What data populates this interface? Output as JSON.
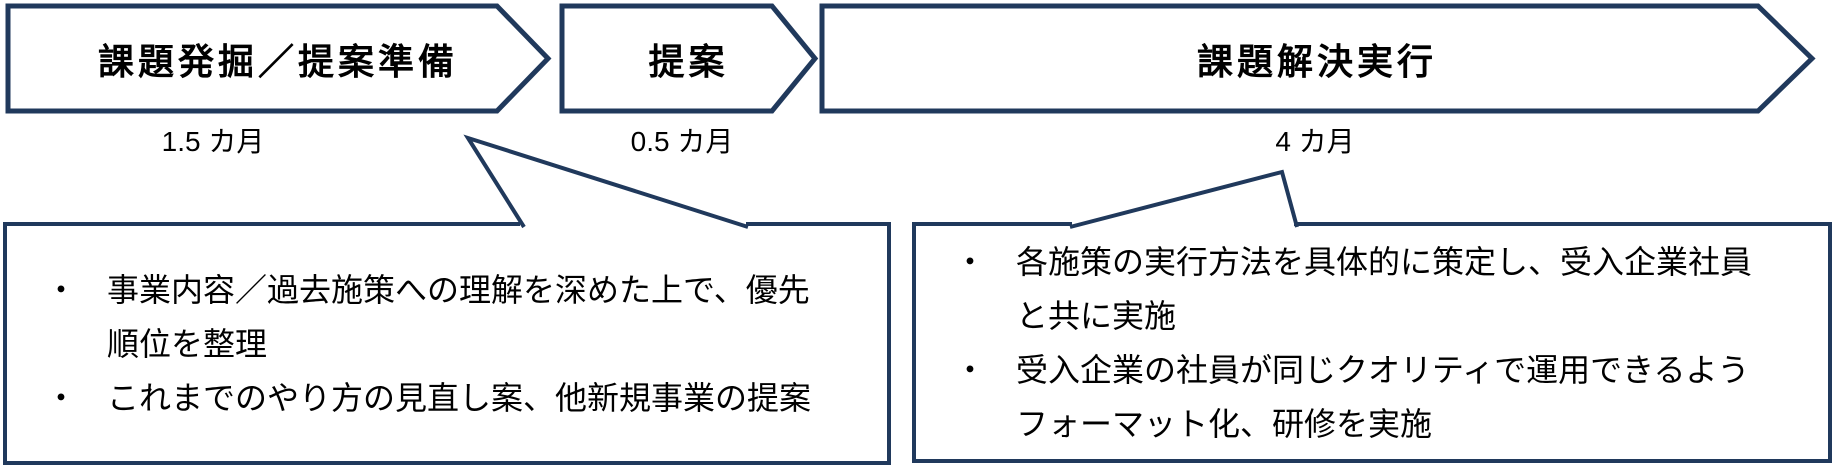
{
  "colors": {
    "outline": "#20395C",
    "phase_gray": "#BFBFBF",
    "phase_peach": "#FCE4D5",
    "text": "#000000",
    "background": "#FFFFFF"
  },
  "timeline": {
    "phases": [
      {
        "label": "課題発掘／提案準備",
        "duration": "1.5 カ月",
        "fill": "#BFBFBF"
      },
      {
        "label": "提案",
        "duration": "0.5 カ月",
        "fill": "#FCE4D5"
      },
      {
        "label": "課題解決実行",
        "duration": "4 カ月",
        "fill": "#BFBFBF"
      }
    ]
  },
  "callouts": {
    "left": {
      "lines": [
        {
          "bullet": "・",
          "text": "事業内容／過去施策への理解を深めた上で、優先"
        },
        {
          "bullet": "",
          "text": "順位を整理"
        },
        {
          "bullet": "・",
          "text": "これまでのやり方の見直し案、他新規事業の提案"
        }
      ]
    },
    "right": {
      "lines": [
        {
          "bullet": "・",
          "text": "各施策の実行方法を具体的に策定し、受入企業社員"
        },
        {
          "bullet": "",
          "text": "と共に実施"
        },
        {
          "bullet": "・",
          "text": "受入企業の社員が同じクオリティで運用できるよう"
        },
        {
          "bullet": "",
          "text": "フォーマット化、研修を実施"
        }
      ]
    }
  }
}
